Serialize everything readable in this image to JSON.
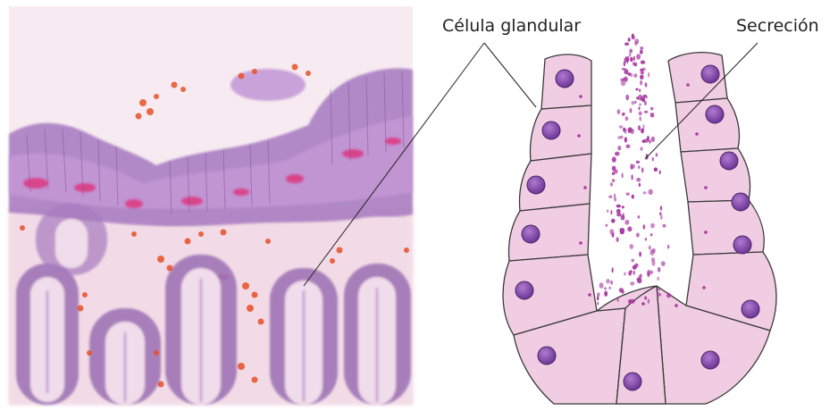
{
  "labels": {
    "cell": "Célula glandular",
    "secretion": "Secreción"
  },
  "colors": {
    "tissue_background": "#f6e8ef",
    "epithelium": "#9a6fb3",
    "gland_lumen": "#f3e6ef",
    "blood_cells": "#e8502a",
    "mucus_magenta": "#e0307a",
    "cell_fill": "#f1cde3",
    "cell_outline": "#3a3a3a",
    "nucleus": "#8a4cb0",
    "secretion_dots": "#a83aa0"
  },
  "photo": {
    "name": "micrograph-intestinal-glands"
  }
}
